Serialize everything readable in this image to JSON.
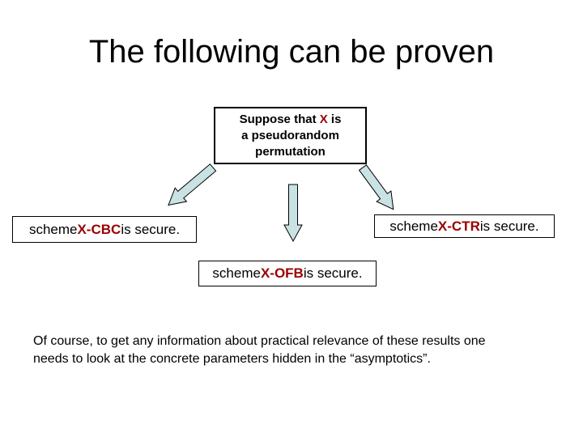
{
  "slide_title": "The following can be proven",
  "colors": {
    "accent_red": "#990000",
    "arrow_fill": "#c9e2e3"
  },
  "hypothesis": {
    "line1_pre": "Suppose that ",
    "line1_name": "X",
    "line1_post": " is",
    "line2": "a pseudorandom",
    "line3": "permutation"
  },
  "results": {
    "cbc": {
      "prefix": "scheme ",
      "name": "X-CBC",
      "suffix": " is secure."
    },
    "ctr": {
      "prefix": "scheme ",
      "name": "X-CTR",
      "suffix": " is secure."
    },
    "ofb": {
      "prefix": "scheme ",
      "name": "X-OFB",
      "suffix": " is secure."
    }
  },
  "arrows": [
    {
      "icon": "block-arrow-down-left-icon",
      "from": "hypothesis-box",
      "to": "scheme-cbc-box"
    },
    {
      "icon": "block-arrow-down-icon",
      "from": "hypothesis-box",
      "to": "scheme-ofb-box"
    },
    {
      "icon": "block-arrow-down-right-icon",
      "from": "hypothesis-box",
      "to": "scheme-ctr-box"
    }
  ],
  "footnote": {
    "line1": "Of course, to get any information about practical relevance of these results one",
    "line2": "needs to look at the concrete parameters hidden in the “asymptotics”."
  }
}
